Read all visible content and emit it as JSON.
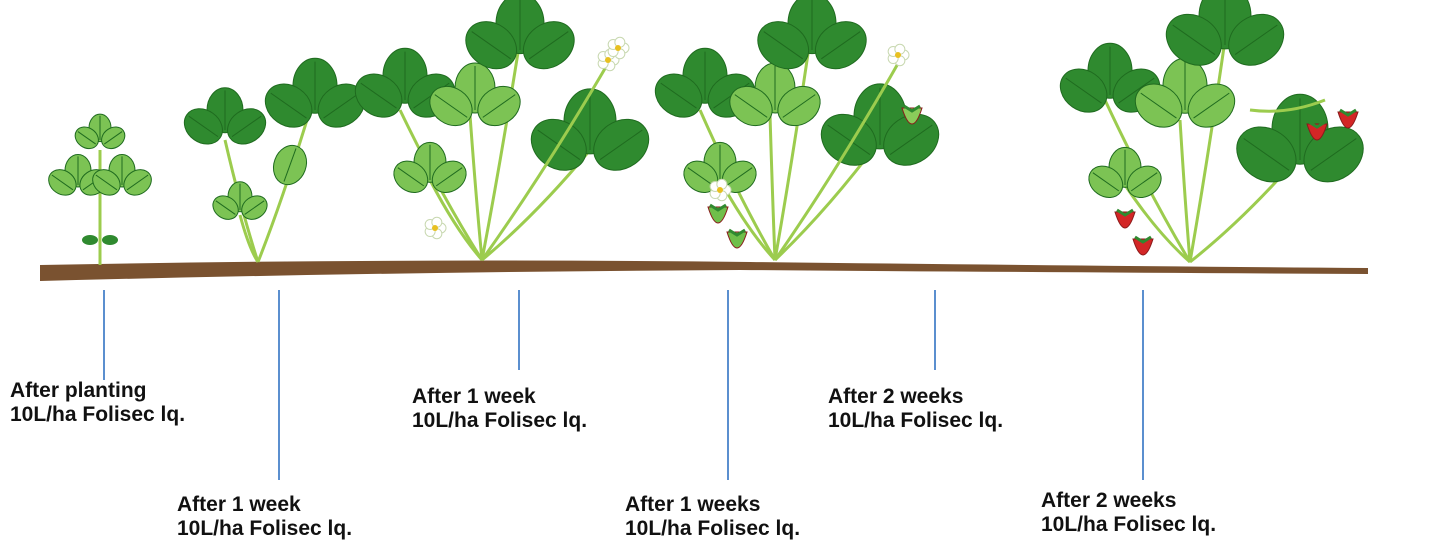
{
  "colors": {
    "soil": "#7a5230",
    "leaf_dark": "#2f8a2f",
    "leaf_light": "#7cc354",
    "stem": "#9ccc4e",
    "berry": "#d32626",
    "connector": "#5b8fcf"
  },
  "stages": [
    {
      "plant": "seedling",
      "title": "After planting",
      "dose": "10L/ha Folisec lq."
    },
    {
      "plant": "young-plant",
      "title": "After 1 week",
      "dose": "10L/ha Folisec lq."
    },
    {
      "plant": "flowering",
      "title": "After 1 week",
      "dose": "10L/ha Folisec lq."
    },
    {
      "plant": "green-fruit",
      "title": "After 1 weeks",
      "dose": "10L/ha Folisec lq."
    },
    {
      "plant": "green-fruit",
      "title": "After 2 weeks",
      "dose": "10L/ha Folisec lq."
    },
    {
      "plant": "ripe-fruit",
      "title": "After 2 weeks",
      "dose": "10L/ha Folisec lq."
    }
  ]
}
